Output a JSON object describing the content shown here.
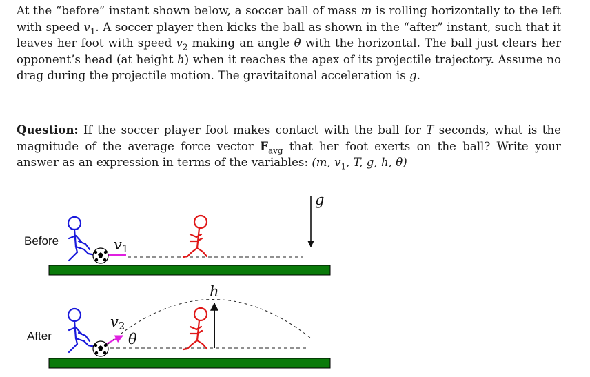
{
  "problem": {
    "p1": [
      {
        "t": "At the “before” instant shown below, a soccer ball of mass "
      },
      {
        "m": "m"
      },
      {
        "t": " is rolling horizontally to the left with speed "
      },
      {
        "m": "v",
        "sub": "1"
      },
      {
        "t": ". A soccer player then kicks the ball as shown in the “after” instant, such that it leaves her foot with speed "
      },
      {
        "m": "v",
        "sub": "2"
      },
      {
        "t": " making an angle "
      },
      {
        "m": "θ"
      },
      {
        "t": " with the horizontal. The ball just clears her opponent’s head (at height "
      },
      {
        "m": "h"
      },
      {
        "t": ") when it reaches the apex of its projectile trajectory. Assume no drag during the projectile motion. The gravitaitonal acceleration is "
      },
      {
        "m": "g"
      },
      {
        "t": "."
      }
    ],
    "p2": [
      {
        "b": "Question:"
      },
      {
        "t": " If the soccer player foot makes contact with the ball for "
      },
      {
        "m": "T"
      },
      {
        "t": " seconds, what is the magnitude of the average force vector "
      },
      {
        "b": "F",
        "sub": "avg"
      },
      {
        "t": " that her foot exerts on the ball? Write your answer as an expression in terms of the variables: "
      },
      {
        "m": "(m, v"
      },
      {
        "m": "",
        "sub": "1"
      },
      {
        "m": ", T, g, h, θ)"
      }
    ]
  },
  "figure": {
    "before_label": "Before",
    "after_label": "After",
    "v1_label": "v1",
    "v2_label": "v2",
    "theta_label": "θ",
    "h_label": "h",
    "g_label": "g",
    "colors": {
      "player": "#1a1adb",
      "opponent": "#e01818",
      "ground": "#0a7a0a",
      "velocity_arrow": "#e020e0"
    }
  }
}
